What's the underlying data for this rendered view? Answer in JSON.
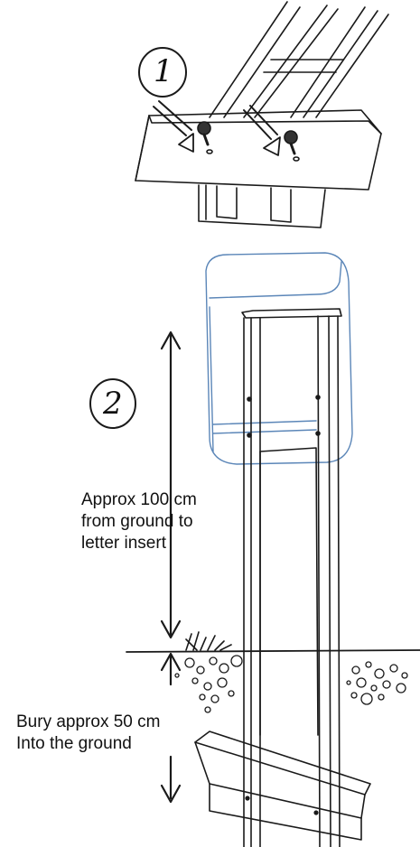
{
  "steps": {
    "step1": "1",
    "step2": "2"
  },
  "labels": {
    "height_line1": "Approx 100 cm",
    "height_line2": "from ground to",
    "height_line3": "letter insert",
    "bury_line1": "Bury approx 50 cm",
    "bury_line2": "Into the ground"
  },
  "colors": {
    "ink": "#1a1a1a",
    "mailbox_outline": "#5b86b8"
  }
}
